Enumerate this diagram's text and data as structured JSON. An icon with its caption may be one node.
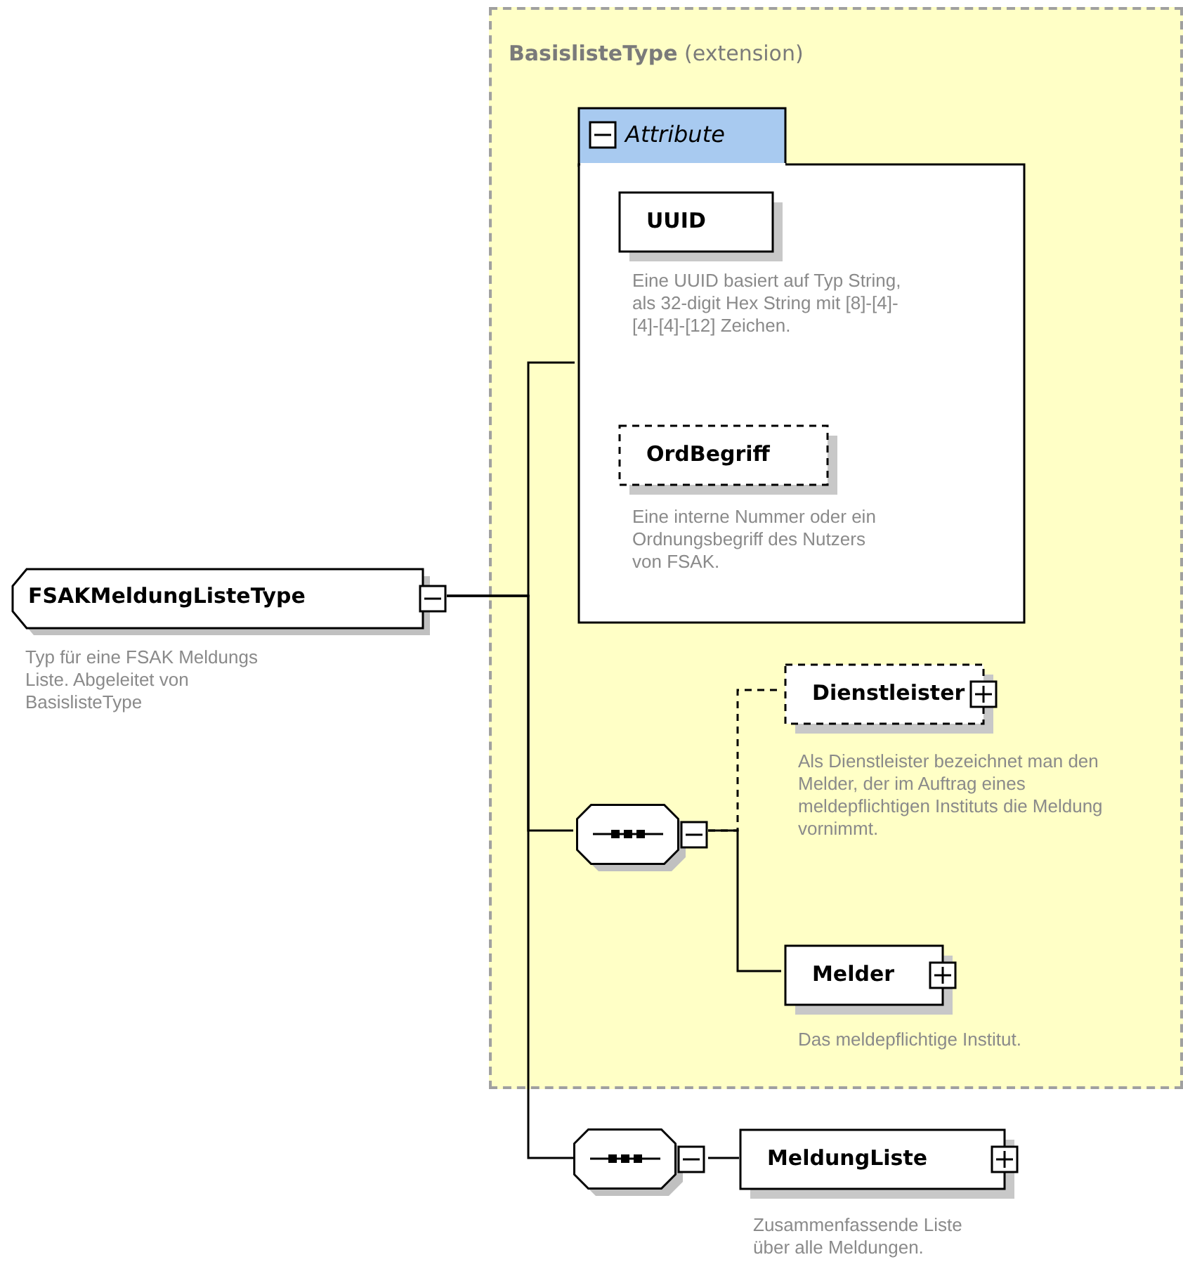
{
  "diagram": {
    "nodes": [
      {
        "text": [
          "FSAKMeldungListeType"
        ],
        "beside": [
          "Typ für eine FSAK Meldungs Liste. Abgeleitet von BasislisteType"
        ]
      },
      {
        "text": [
          "**BasislisteType** (extension)"
        ]
      },
      {
        "text": [
          "Attribute"
        ],
        "in": 1
      },
      {
        "text": [
          "UUID"
        ],
        "in": 2,
        "beside": [
          "Eine UUID basiert auf Typ String, als 32-digit Hex String mit [8]-[4]-[4]-[4]-[12] Zeichen."
        ]
      },
      {
        "text": [
          "OrdBegriff"
        ],
        "in": 2,
        "beside": [
          "Eine interne Nummer oder ein Ordnungsbegriff des Nutzers von FSAK."
        ]
      },
      {
        "text": [],
        "shape": "octagon",
        "in": 1
      },
      {
        "text": [
          "Dienstleister"
        ],
        "in": 1,
        "beside": [
          "Als Dienstleister bezeichnet man den Melder, der im Auftrag eines meldepflichtigen Instituts die Meldung vornimmt."
        ]
      },
      {
        "text": [
          "Melder"
        ],
        "in": 1,
        "beside": [
          "Das meldepflichtige Institut."
        ]
      },
      {
        "text": [],
        "shape": "octagon"
      },
      {
        "text": [
          "MeldungListe"
        ],
        "beside": [
          "Zusammenfassende Liste über alle Meldungen."
        ]
      }
    ],
    "edges": [
      {
        "from": 0,
        "to": 2,
        "arrow": "none"
      },
      {
        "from": 0,
        "to": 5,
        "arrow": "none"
      },
      {
        "from": 0,
        "to": 8,
        "arrow": "none"
      },
      {
        "from": 5,
        "to": 6,
        "arrow": "none",
        "style": "dashed"
      },
      {
        "from": 5,
        "to": 7,
        "arrow": "none"
      },
      {
        "from": 8,
        "to": 9,
        "arrow": "none"
      }
    ]
  }
}
